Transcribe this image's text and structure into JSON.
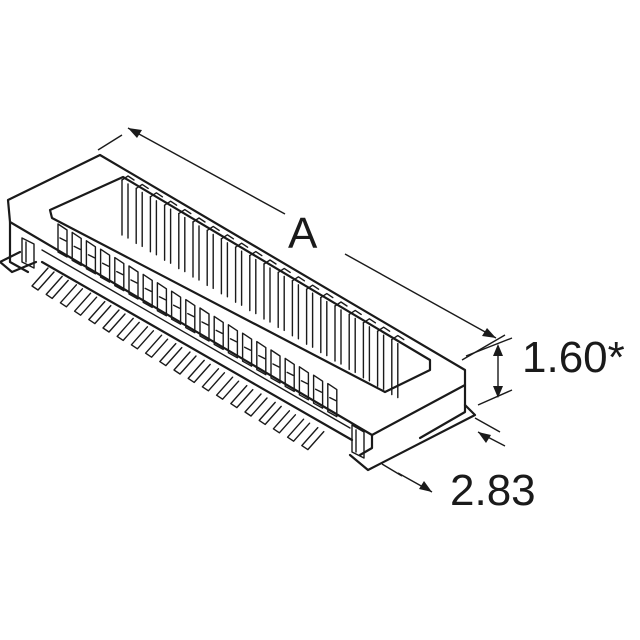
{
  "dimensions": {
    "length_label": "A",
    "height_label": "1.60*",
    "depth_label": "2.83"
  }
}
